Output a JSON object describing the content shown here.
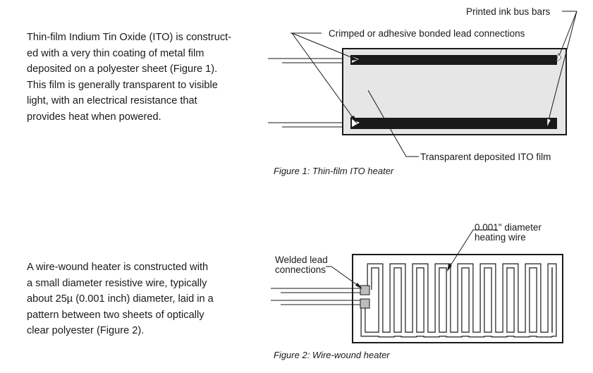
{
  "figure1": {
    "paragraph_lines": [
      "Thin-film Indium Tin Oxide (ITO) is construct-",
      "ed with a very thin coating of metal film",
      "deposited on a polyester sheet (Figure 1).",
      "This film is generally transparent to visible",
      "light, with an electrical resistance that",
      "provides heat when powered."
    ],
    "label_bus_bars": "Printed ink bus bars",
    "label_leads": "Crimped or adhesive bonded lead connections",
    "label_film": "Transparent deposited ITO film",
    "caption": "Figure 1:  Thin-film ITO heater"
  },
  "figure2": {
    "paragraph_lines": [
      "A wire-wound heater is constructed with",
      "a small diameter resistive wire, typically",
      "about 25µ (0.001 inch) diameter, laid in a",
      "pattern between two sheets of optically",
      "clear polyester (Figure 2)."
    ],
    "label_wire_line1": "0.001\" diameter",
    "label_wire_line2": "heating wire",
    "label_welded_line1": "Welded lead",
    "label_welded_line2": "connections",
    "caption": "Figure 2:  Wire-wound heater"
  },
  "colors": {
    "ink": "#1a1a1a",
    "film": "#e6e6e6",
    "pad": "#bdbdbd"
  }
}
